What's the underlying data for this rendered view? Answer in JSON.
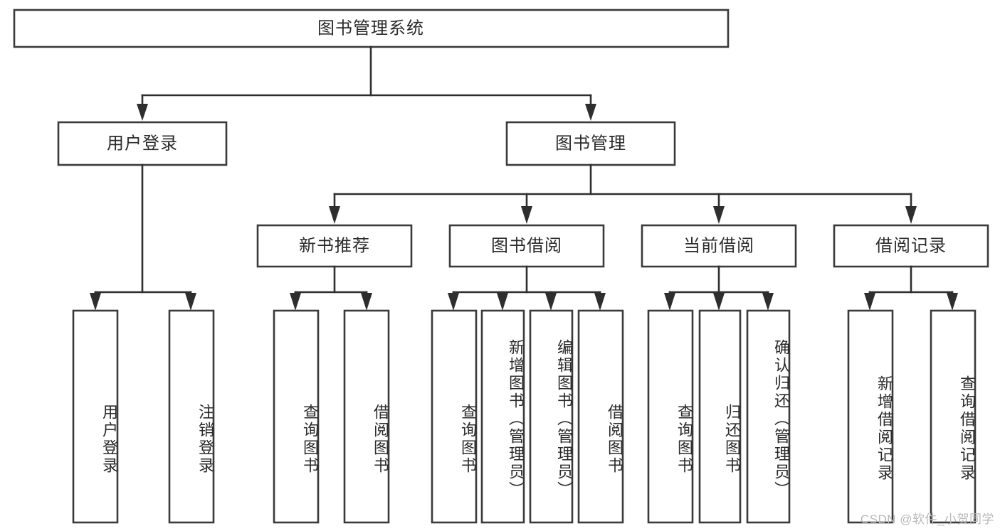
{
  "diagram": {
    "title": "图书管理系统",
    "type": "tree",
    "root": {
      "id": "root",
      "label": "图书管理系统"
    },
    "level2": [
      {
        "id": "user-login",
        "label": "用户登录"
      },
      {
        "id": "book-manage",
        "label": "图书管理"
      }
    ],
    "level3": [
      {
        "id": "new-book-rec",
        "label": "新书推荐",
        "parent": "book-manage"
      },
      {
        "id": "book-borrow",
        "label": "图书借阅",
        "parent": "book-manage"
      },
      {
        "id": "current-borrow",
        "label": "当前借阅",
        "parent": "book-manage"
      },
      {
        "id": "borrow-record",
        "label": "借阅记录",
        "parent": "book-manage"
      }
    ],
    "leaves": [
      {
        "id": "leaf-user-login",
        "label": "用户登录",
        "parent": "user-login"
      },
      {
        "id": "leaf-user-logout",
        "label": "注销登录",
        "parent": "user-login"
      },
      {
        "id": "leaf-query-book-1",
        "label": "查询图书",
        "parent": "new-book-rec"
      },
      {
        "id": "leaf-borrow-book-1",
        "label": "借阅图书",
        "parent": "new-book-rec"
      },
      {
        "id": "leaf-query-book-2",
        "label": "查询图书",
        "parent": "book-borrow"
      },
      {
        "id": "leaf-add-book",
        "label": "新增图书（管理员）",
        "parent": "book-borrow"
      },
      {
        "id": "leaf-edit-book",
        "label": "编辑图书（管理员）",
        "parent": "book-borrow"
      },
      {
        "id": "leaf-borrow-book-2",
        "label": "借阅图书",
        "parent": "book-borrow"
      },
      {
        "id": "leaf-query-book-3",
        "label": "查询图书",
        "parent": "current-borrow"
      },
      {
        "id": "leaf-return-book",
        "label": "归还图书",
        "parent": "current-borrow"
      },
      {
        "id": "leaf-confirm-return",
        "label": "确认归还（管理员）",
        "parent": "current-borrow"
      },
      {
        "id": "leaf-add-record",
        "label": "新增借阅记录",
        "parent": "borrow-record"
      },
      {
        "id": "leaf-query-record",
        "label": "查询借阅记录",
        "parent": "borrow-record"
      }
    ],
    "watermark": "CSDN @软件_小贺同学",
    "colors": {
      "stroke": "#3a3a3a",
      "line": "#2e2e2e",
      "fill": "#ffffff",
      "text": "#2b2b2b",
      "watermark": "#b9b9b9",
      "background": "#ffffff"
    }
  }
}
